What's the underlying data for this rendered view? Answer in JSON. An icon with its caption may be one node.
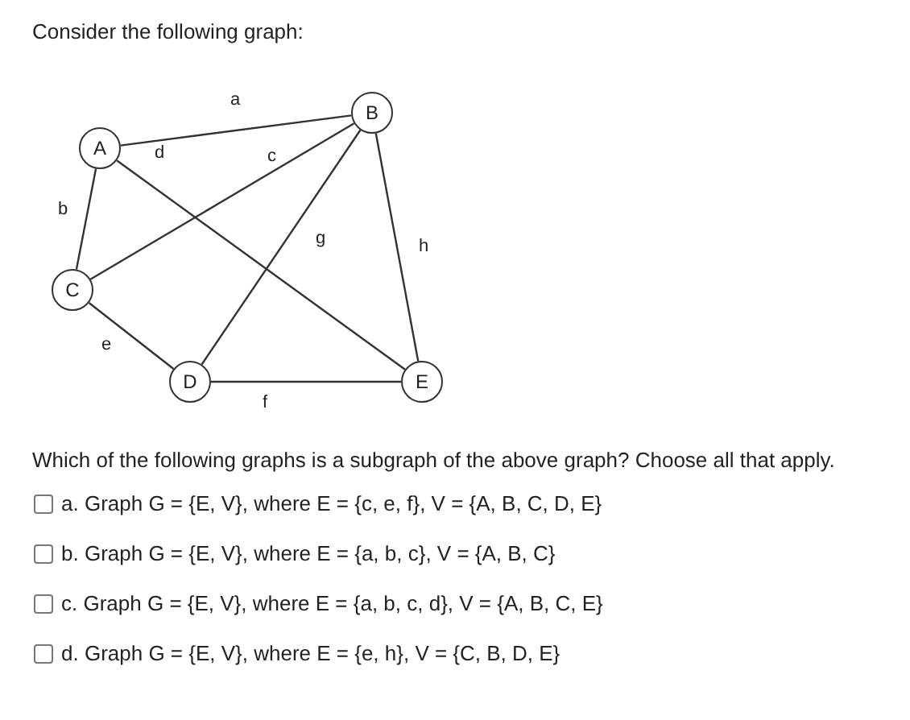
{
  "diagram": {
    "title": "Consider the following graph:",
    "nodes": [
      {
        "text": [
          "A"
        ]
      },
      {
        "text": [
          "B"
        ]
      },
      {
        "text": [
          "C"
        ]
      },
      {
        "text": [
          "D"
        ]
      },
      {
        "text": [
          "E"
        ]
      }
    ],
    "edges": [
      {
        "from": 0,
        "to": 1,
        "arrow": "none",
        "label": "a"
      },
      {
        "from": 0,
        "to": 2,
        "arrow": "none",
        "label": "b"
      },
      {
        "from": 2,
        "to": 1,
        "arrow": "none",
        "label": "c"
      },
      {
        "from": 0,
        "to": 4,
        "arrow": "none",
        "label": "d"
      },
      {
        "from": 2,
        "to": 3,
        "arrow": "none",
        "label": "e"
      },
      {
        "from": 3,
        "to": 4,
        "arrow": "none",
        "label": "f"
      },
      {
        "from": 3,
        "to": 1,
        "arrow": "none",
        "label": "g"
      },
      {
        "from": 1,
        "to": 4,
        "arrow": "none",
        "label": "h"
      }
    ],
    "labels": [
      "Which of the following graphs is a subgraph of the above graph? Choose all that apply.",
      "a. Graph G = {E, V}, where E = {c, e, f}, V = {A, B, C, D, E}",
      "b. Graph G = {E, V}, where E = {a, b, c}, V = {A, B, C}",
      "c. Graph G = {E, V}, where E = {a, b, c, d}, V = {A, B, C, E}",
      "d. Graph G = {E, V}, where E = {e, h}, V = {C, B, D, E}"
    ]
  }
}
